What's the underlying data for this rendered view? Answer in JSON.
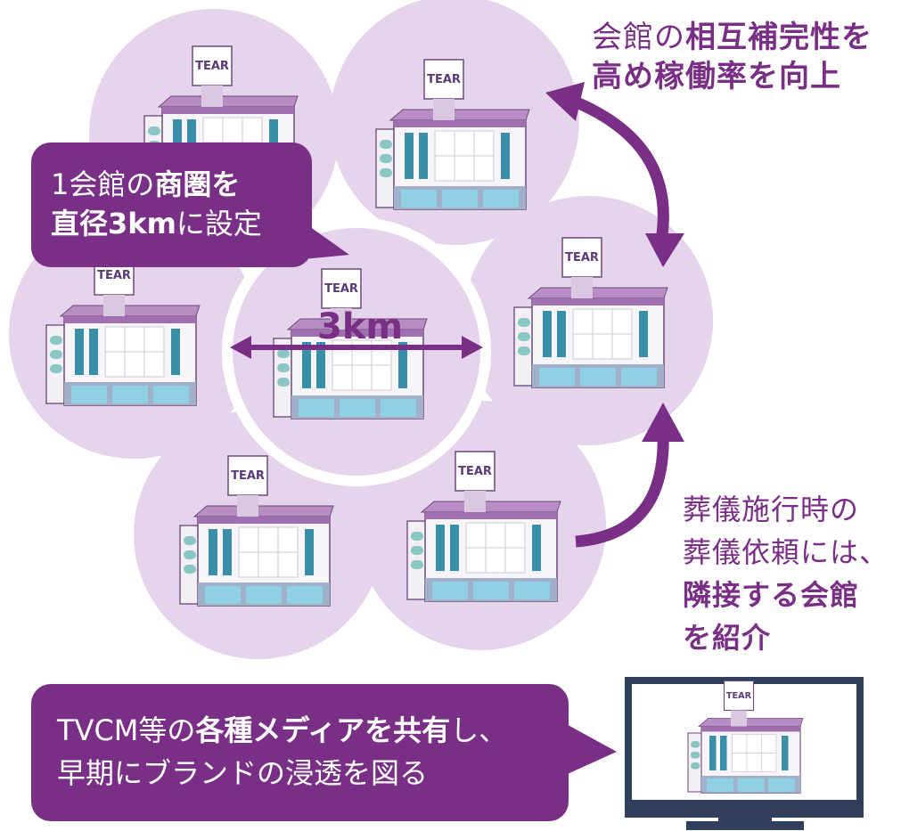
{
  "colors": {
    "circle_fill": "#e6d3ec",
    "accent": "#7a2f86",
    "dark_purple": "#6a1f78",
    "white": "#ffffff"
  },
  "icons": {
    "building": "funeral-hall-building-icon",
    "tv": "tv-monitor-icon",
    "sign_text": "TEAR"
  },
  "top_right": {
    "line1_plain": "会館の",
    "line1_bold": "相互補完性を",
    "line2_bold": "高め稼働率を向上"
  },
  "callout_left": {
    "line1_plain": "1会館の",
    "line1_bold": "商圏を",
    "line2_bold_a": "直径",
    "line2_bold_b": "3km",
    "line2_plain": "に設定"
  },
  "center": {
    "label": "3km"
  },
  "bottom_right": {
    "line1": "葬儀施行時の",
    "line2": "葬儀依頼には、",
    "line3_bold": "隣接する会館",
    "line4_bold": "を紹介"
  },
  "callout_bottom": {
    "line1_plain_a": "TVCM等の",
    "line1_bold": "各種メディアを共有",
    "line1_plain_b": "し、",
    "line2": "早期にブランドの浸透を図る"
  }
}
